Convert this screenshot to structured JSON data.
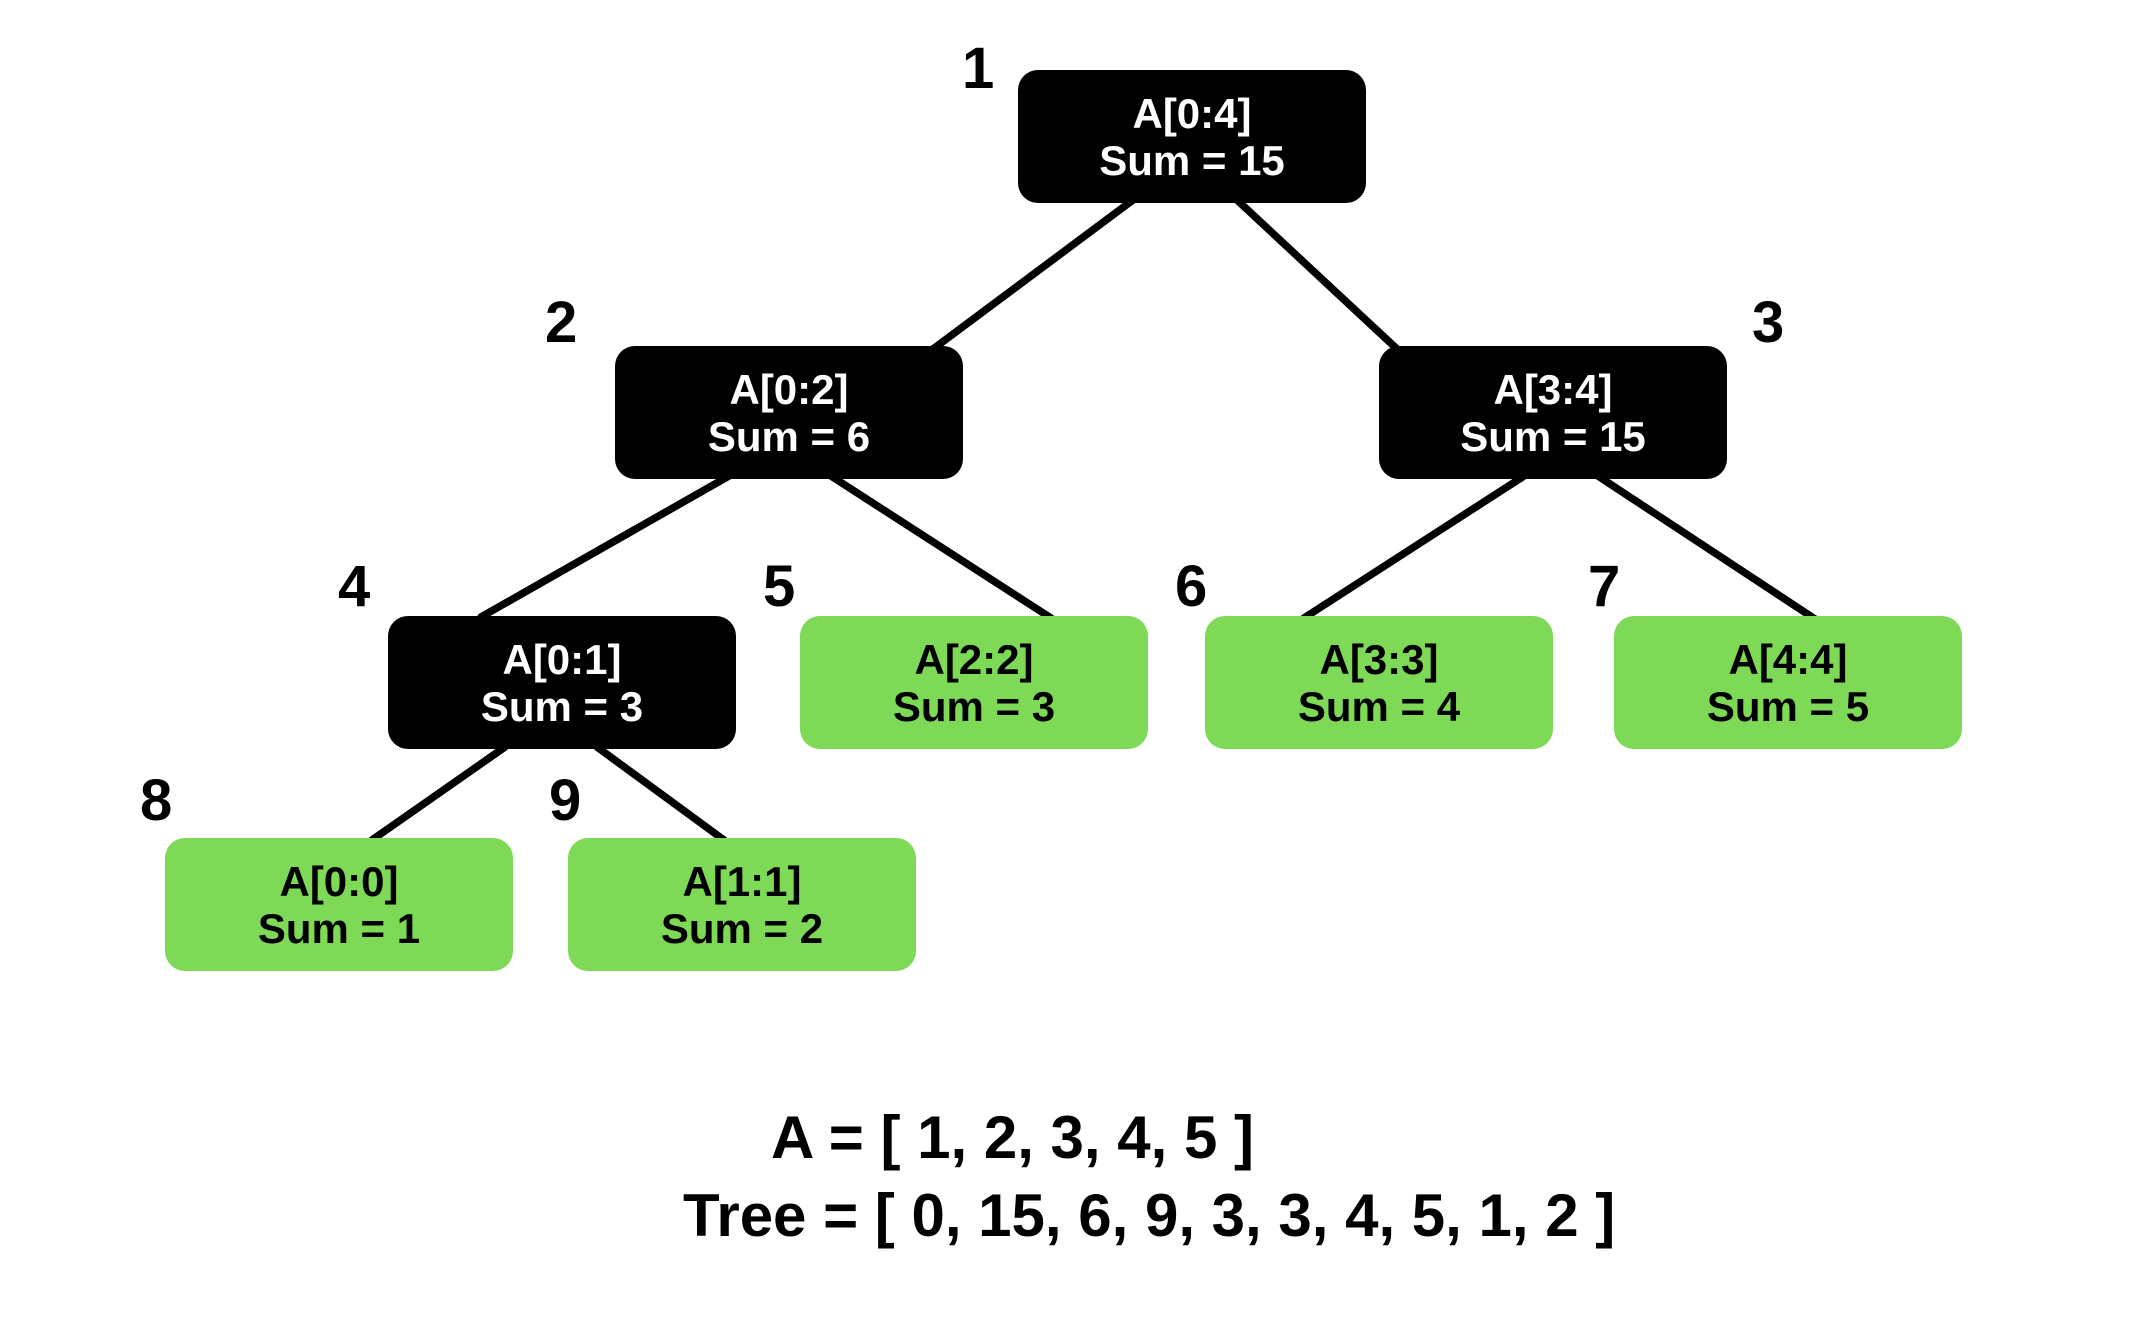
{
  "diagram": {
    "kind": "segment-tree",
    "colors": {
      "background": "#ffffff",
      "internal_node_fill": "#000000",
      "internal_node_text": "#ffffff",
      "leaf_node_fill": "#7ed957",
      "leaf_node_text": "#000000",
      "edge_stroke": "#000000",
      "index_label_text": "#000000"
    },
    "nodes": [
      {
        "index": "1",
        "range": "A[0:4]",
        "sum": "Sum = 15",
        "type": "internal"
      },
      {
        "index": "2",
        "range": "A[0:2]",
        "sum": "Sum = 6",
        "type": "internal"
      },
      {
        "index": "3",
        "range": "A[3:4]",
        "sum": "Sum = 15",
        "type": "internal"
      },
      {
        "index": "4",
        "range": "A[0:1]",
        "sum": "Sum = 3",
        "type": "internal"
      },
      {
        "index": "5",
        "range": "A[2:2]",
        "sum": "Sum = 3",
        "type": "leaf"
      },
      {
        "index": "6",
        "range": "A[3:3]",
        "sum": "Sum = 4",
        "type": "leaf"
      },
      {
        "index": "7",
        "range": "A[4:4]",
        "sum": "Sum = 5",
        "type": "leaf"
      },
      {
        "index": "8",
        "range": "A[0:0]",
        "sum": "Sum = 1",
        "type": "leaf"
      },
      {
        "index": "9",
        "range": "A[1:1]",
        "sum": "Sum = 2",
        "type": "leaf"
      }
    ],
    "edges": [
      {
        "from": "1",
        "to": "2"
      },
      {
        "from": "1",
        "to": "3"
      },
      {
        "from": "2",
        "to": "4"
      },
      {
        "from": "2",
        "to": "5"
      },
      {
        "from": "3",
        "to": "6"
      },
      {
        "from": "3",
        "to": "7"
      },
      {
        "from": "4",
        "to": "8"
      },
      {
        "from": "4",
        "to": "9"
      }
    ],
    "footer": {
      "array_a": "A = [ 1, 2, 3, 4, 5 ]",
      "array_tree": "Tree = [ 0, 15, 6, 9, 3, 3, 4, 5, 1, 2 ]"
    }
  }
}
